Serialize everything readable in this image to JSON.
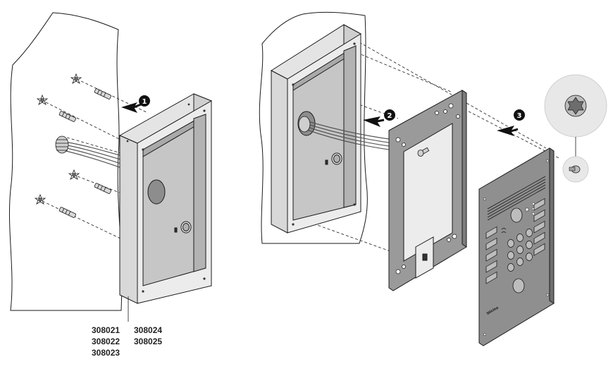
{
  "steps": [
    {
      "label": "1"
    },
    {
      "label": "2"
    },
    {
      "label": "3"
    }
  ],
  "product_codes": {
    "left_column": [
      "308021",
      "308022",
      "308023"
    ],
    "right_column": [
      "308024",
      "308025"
    ]
  },
  "panel_logo": "bticino",
  "colors": {
    "outline": "#1a1a1a",
    "box_light": "#e4e4e4",
    "box_mid": "#cfcfcf",
    "box_dark": "#b3b3b3",
    "plate_gray": "#9a9a9a",
    "panel_gray": "#8f8f8f",
    "badge": "#111111"
  }
}
